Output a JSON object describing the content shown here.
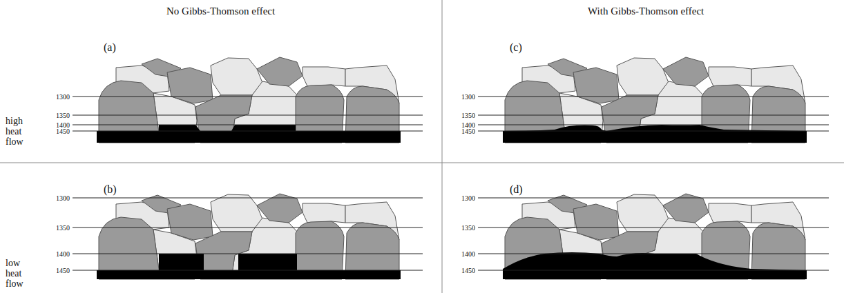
{
  "diagram": {
    "labels": [
      "No Gibbs-Thomson effect",
      "With Gibbs-Thomson effect",
      "high heat flow",
      "(a)",
      "1300",
      "1350",
      "1400",
      "1450",
      "(c)",
      "1300",
      "1350",
      "1400",
      "1450",
      "low heat flow",
      "(b)",
      "1300",
      "1350",
      "1400",
      "1450",
      "(d)",
      "1300",
      "1350",
      "1400",
      "1450"
    ]
  }
}
